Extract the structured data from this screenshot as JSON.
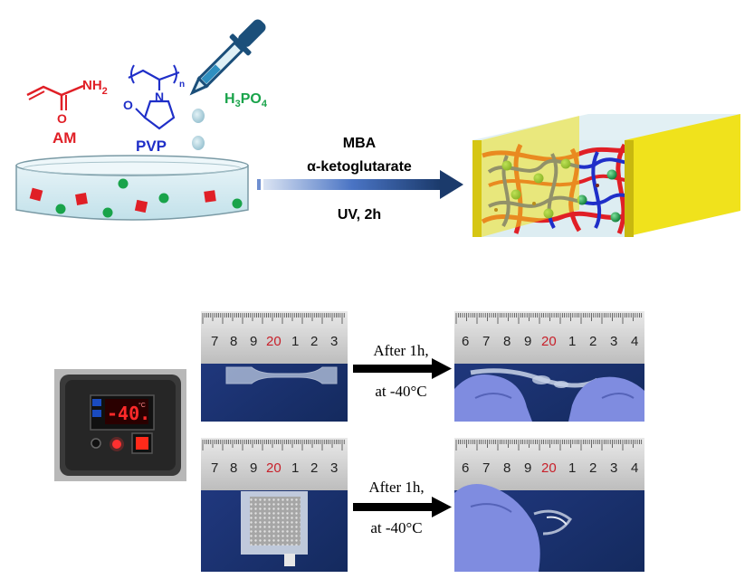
{
  "monomers": {
    "am": {
      "name": "AM",
      "nh2": "NH",
      "nh2_sub": "2",
      "oxygen": "O"
    },
    "pvp": {
      "name": "PVP",
      "n_label": "n",
      "nitrogen": "N",
      "oxygen": "O"
    },
    "acid": {
      "h": "H",
      "sub1": "3",
      "p": "PO",
      "sub2": "4"
    }
  },
  "reaction": {
    "reagent1": "MBA",
    "reagent2": "α-ketoglutarate",
    "condition": "UV, 2h"
  },
  "freezer": {
    "display": "-40.",
    "unit": "°C"
  },
  "tests": [
    {
      "arrow_line1": "After 1h,",
      "arrow_line2": "at -40°C",
      "ruler_left": [
        "7",
        "8",
        "9",
        "20",
        "1",
        "2",
        "3"
      ],
      "ruler_right": [
        "6",
        "7",
        "8",
        "9",
        "20",
        "1",
        "2",
        "3",
        "4"
      ]
    },
    {
      "arrow_line1": "After 1h,",
      "arrow_line2": "at -40°C",
      "ruler_left": [
        "7",
        "8",
        "9",
        "20",
        "1",
        "2",
        "3"
      ],
      "ruler_right": [
        "6",
        "7",
        "8",
        "9",
        "20",
        "1",
        "2",
        "3",
        "4"
      ]
    }
  ],
  "colors": {
    "red": "#e01f26",
    "blue": "#1f2fc8",
    "green": "#19a34a",
    "navy": "#1b3a6b",
    "fabric": "#1c3270",
    "glove": "#7f8ce0",
    "gold": "#f0e21c"
  }
}
